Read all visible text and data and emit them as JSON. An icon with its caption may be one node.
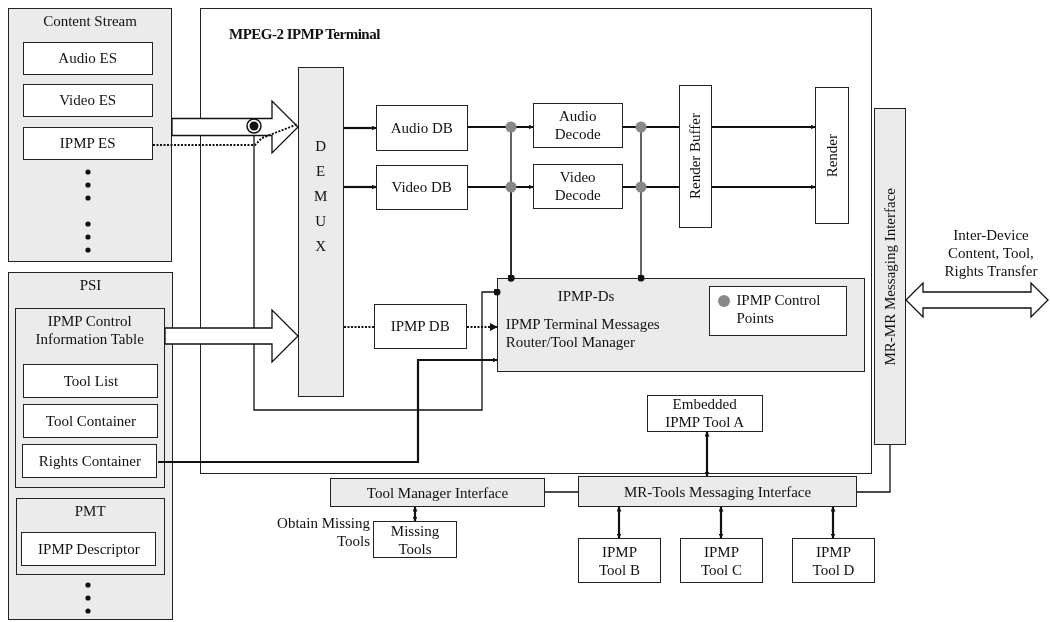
{
  "diagram": {
    "nodes": [
      {
        "text": [
          "Content Stream"
        ]
      },
      {
        "text": [
          "Audio ES"
        ],
        "in": 0
      },
      {
        "text": [
          "Video ES"
        ],
        "in": 0
      },
      {
        "text": [
          "IPMP ES"
        ],
        "in": 0
      },
      {
        "text": [
          "PSI"
        ]
      },
      {
        "text": [
          "IPMP Control Information Table"
        ],
        "in": 4
      },
      {
        "text": [
          "Tool List"
        ],
        "in": 5
      },
      {
        "text": [
          "Tool Container"
        ],
        "in": 5
      },
      {
        "text": [
          "Rights Container"
        ],
        "in": 5
      },
      {
        "text": [
          "PMT"
        ],
        "in": 4
      },
      {
        "text": [
          "IPMP Descriptor"
        ],
        "in": 9
      },
      {
        "text": [
          "MPEG-2 IPMP Terminal"
        ]
      },
      {
        "text": [
          "DEMUX"
        ],
        "in": 11
      },
      {
        "text": [
          "Audio DB"
        ],
        "in": 11
      },
      {
        "text": [
          "Video DB"
        ],
        "in": 11
      },
      {
        "text": [
          "IPMP DB"
        ],
        "in": 11
      },
      {
        "text": [
          "Audio Decode"
        ],
        "in": 11
      },
      {
        "text": [
          "Video Decode"
        ],
        "in": 11
      },
      {
        "text": [
          "Render Buffer"
        ],
        "in": 11
      },
      {
        "text": [
          "Render"
        ],
        "in": 11
      },
      {
        "text": [
          "IPMP-Ds",
          "IPMP Terminal Messages Router/Tool Manager"
        ],
        "in": 11
      },
      {
        "text": [
          "IPMP Control Points"
        ],
        "in": 20
      },
      {
        "text": [
          "MR-MR Messaging Interface"
        ]
      },
      {
        "text": [
          "Embedded IPMP Tool A"
        ],
        "in": 11
      },
      {
        "text": [
          "Tool Manager Interface"
        ]
      },
      {
        "text": [
          "MR-Tools Messaging Interface"
        ]
      },
      {
        "text": [
          "Missing Tools"
        ]
      },
      {
        "text": [
          "IPMP Tool B"
        ]
      },
      {
        "text": [
          "IPMP Tool C"
        ]
      },
      {
        "text": [
          "IPMP Tool D"
        ]
      }
    ],
    "edges": [
      {
        "from": 0,
        "to": 12,
        "arrow": "to",
        "style": "thick"
      },
      {
        "from": 3,
        "to": 12,
        "arrow": "none",
        "style": "dashed"
      },
      {
        "from": 0,
        "to": 20,
        "arrow": "other"
      },
      {
        "from": 12,
        "to": 15,
        "arrow": "none",
        "style": "dashed"
      },
      {
        "from": 12,
        "to": 13,
        "arrow": "to"
      },
      {
        "from": 12,
        "to": 14,
        "arrow": "to"
      },
      {
        "from": 13,
        "to": 16,
        "arrow": "to"
      },
      {
        "from": 14,
        "to": 17,
        "arrow": "to"
      },
      {
        "from": 16,
        "to": 18,
        "arrow": "none"
      },
      {
        "from": 17,
        "to": 18,
        "arrow": "none"
      },
      {
        "from": 18,
        "to": 19,
        "arrow": "to"
      },
      {
        "from": 18,
        "to": 19,
        "arrow": "to"
      },
      {
        "from": 20,
        "to": 16,
        "arrow": "other"
      },
      {
        "from": 20,
        "to": 17,
        "arrow": "other"
      },
      {
        "from": 20,
        "to": 18,
        "arrow": "other"
      },
      {
        "from": 5,
        "to": 12,
        "arrow": "to",
        "style": "thick"
      },
      {
        "from": 15,
        "to": 20,
        "arrow": "to",
        "style": "dashed"
      },
      {
        "from": 8,
        "to": 20,
        "arrow": "to"
      },
      {
        "from": 24,
        "to": 25,
        "arrow": "none"
      },
      {
        "from": 25,
        "to": 22,
        "arrow": "none"
      },
      {
        "from": 23,
        "to": 25,
        "arrow": "both"
      },
      {
        "from": 24,
        "to": 26,
        "arrow": "both",
        "label": "Obtain Missing Tools"
      },
      {
        "from": 25,
        "to": 27,
        "arrow": "both"
      },
      {
        "from": 25,
        "to": 28,
        "arrow": "both"
      },
      {
        "from": 25,
        "to": 29,
        "arrow": "both"
      },
      {
        "from": 22,
        "to": null,
        "arrow": "both",
        "style": "thick",
        "label": "Inter-Device Content, Tool, Rights Transfer"
      }
    ]
  }
}
